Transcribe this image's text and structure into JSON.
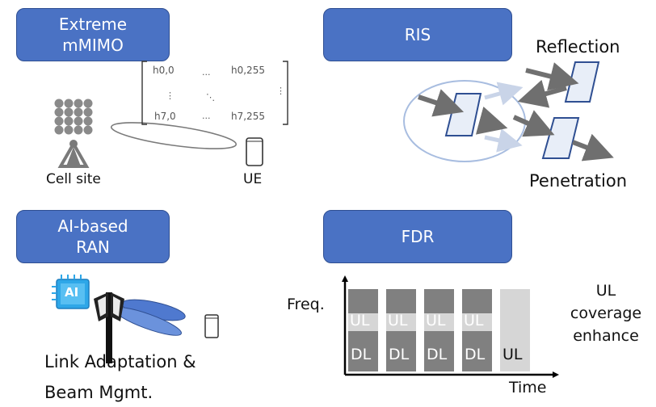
{
  "quadrants": {
    "mmimo": {
      "title": "Extreme\nmMIMO",
      "cell_site_label": "Cell site",
      "ue_label": "UE",
      "matrix": {
        "top_left": "h0,0",
        "top_right": "h0,255",
        "bottom_left": "h7,0",
        "bottom_right": "h7,255"
      }
    },
    "ris": {
      "title": "RIS",
      "reflection_label": "Reflection",
      "penetration_label": "Penetration"
    },
    "ai_ran": {
      "title": "AI-based\nRAN",
      "chip_label": "AI",
      "caption_line1": "Link Adaptation &",
      "caption_line2": "Beam Mgmt."
    },
    "fdr": {
      "title": "FDR",
      "y_axis_label": "Freq.",
      "x_axis_label": "Time",
      "ul_label": "UL",
      "dl_label": "DL",
      "side_note": "UL\ncoverage\nenhance",
      "slot_count": 5
    }
  },
  "colors": {
    "tile_fill": "#4a72c4",
    "tile_border": "#2f4f92",
    "panel_fill": "#e8eef8",
    "panel_border": "#2f4f92",
    "arrow_dark": "#707070",
    "arrow_light": "#c9d4e8",
    "dl_fill": "#808080",
    "ul_fill": "#d6d6d6"
  }
}
